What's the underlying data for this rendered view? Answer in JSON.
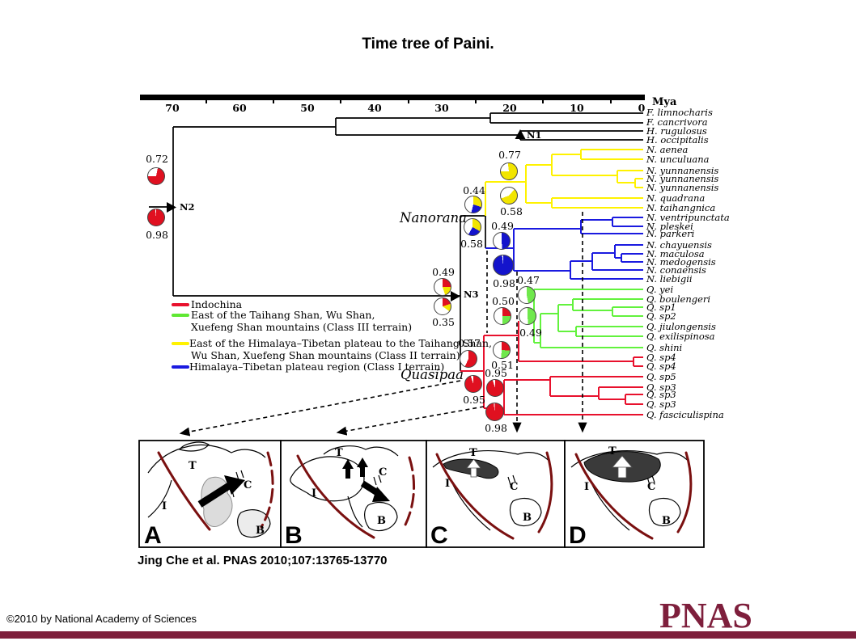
{
  "title": "Time tree of Paini.",
  "timescale": {
    "unit": "Mya",
    "ticks": [
      "70",
      "60",
      "50",
      "40",
      "30",
      "20",
      "10",
      "0"
    ]
  },
  "node_markers": {
    "n1": "N1",
    "n2": "N2",
    "n3": "N3"
  },
  "clade_labels": {
    "nanorana": "Nanorana",
    "quasipaa": "Quasipaa"
  },
  "legend": {
    "items": [
      {
        "color": "#E8112D",
        "line1": "Indochina",
        "line2": ""
      },
      {
        "color": "#5FE832",
        "line1": "East of the Taihang Shan, Wu Shan,",
        "line2": "Xuefeng Shan mountains (Class III terrain)"
      },
      {
        "color": "#FFF200",
        "line1": "East of the Himalaya–Tibetan plateau to the Taihang Shan,",
        "line2": "Wu Shan, Xuefeng Shan mountains (Class II terrain)"
      },
      {
        "color": "#1A1AE0",
        "line1": "Himalaya–Tibetan plateau region (Class I terrain)",
        "line2": ""
      }
    ]
  },
  "tree": {
    "clade_colors": {
      "outgroup": "#000000",
      "class2_yellow": "#FFF200",
      "class1_blue": "#1A1AE0",
      "class3_green": "#62F23D",
      "indochina_red": "#E8112D"
    },
    "tips": [
      {
        "label": "F. limnocharis",
        "group": "outgroup"
      },
      {
        "label": "F. cancrivora",
        "group": "outgroup"
      },
      {
        "label": "H. rugulosus",
        "group": "outgroup"
      },
      {
        "label": "H. occipitalis",
        "group": "outgroup"
      },
      {
        "label": "N. aenea",
        "group": "class2_yellow"
      },
      {
        "label": "N. unculuana",
        "group": "class2_yellow"
      },
      {
        "label": "N. yunnanensis",
        "group": "class2_yellow"
      },
      {
        "label": "N. yunnanensis",
        "group": "class2_yellow"
      },
      {
        "label": "N. yunnanensis",
        "group": "class2_yellow"
      },
      {
        "label": "N. quadrana",
        "group": "class2_yellow"
      },
      {
        "label": "N. taihangnica",
        "group": "class2_yellow"
      },
      {
        "label": "N. ventripunctata",
        "group": "class1_blue"
      },
      {
        "label": "N. pleskei",
        "group": "class1_blue"
      },
      {
        "label": "N. parkeri",
        "group": "class1_blue"
      },
      {
        "label": "N. chayuensis",
        "group": "class1_blue"
      },
      {
        "label": "N. maculosa",
        "group": "class1_blue"
      },
      {
        "label": "N. medogensis",
        "group": "class1_blue"
      },
      {
        "label": "N. conaensis",
        "group": "class1_blue"
      },
      {
        "label": "N. liebigii",
        "group": "class1_blue"
      },
      {
        "label": "Q. yei",
        "group": "class3_green"
      },
      {
        "label": "Q. boulengeri",
        "group": "class3_green"
      },
      {
        "label": "Q. sp1",
        "group": "class3_green"
      },
      {
        "label": "Q. sp2",
        "group": "class3_green"
      },
      {
        "label": "Q. jiulongensis",
        "group": "class3_green"
      },
      {
        "label": "Q. exilispinosa",
        "group": "class3_green"
      },
      {
        "label": "Q. shini",
        "group": "class3_green"
      },
      {
        "label": "Q. sp4",
        "group": "indochina_red"
      },
      {
        "label": "Q. sp4",
        "group": "indochina_red"
      },
      {
        "label": "Q. sp5",
        "group": "indochina_red"
      },
      {
        "label": "Q. sp3",
        "group": "indochina_red"
      },
      {
        "label": "Q. sp3",
        "group": "indochina_red"
      },
      {
        "label": "Q. sp3",
        "group": "indochina_red"
      },
      {
        "label": "Q. fasciculispina",
        "group": "indochina_red"
      }
    ],
    "pies": [
      {
        "value": "0.72",
        "segments": [
          [
            "#E01020",
            72
          ],
          [
            "#FFFFFF",
            28
          ]
        ]
      },
      {
        "value": "0.98",
        "segments": [
          [
            "#E01020",
            98
          ],
          [
            "#FFFFFF",
            2
          ]
        ]
      },
      {
        "value": "0.77",
        "segments": [
          [
            "#F2E500",
            77
          ],
          [
            "#FFFFFF",
            23
          ]
        ]
      },
      {
        "value": "0.44",
        "segments": [
          [
            "#F2E500",
            30
          ],
          [
            "#1414CC",
            24
          ],
          [
            "#FFFFFF",
            46
          ]
        ]
      },
      {
        "value": "0.58",
        "segments": [
          [
            "#F2E500",
            58
          ],
          [
            "#FFFFFF",
            42
          ]
        ]
      },
      {
        "value": "0.58",
        "segments": [
          [
            "#F2E500",
            33
          ],
          [
            "#1414CC",
            25
          ],
          [
            "#FFFFFF",
            42
          ]
        ]
      },
      {
        "value": "0.49",
        "segments": [
          [
            "#1414CC",
            49
          ],
          [
            "#FFFFFF",
            51
          ]
        ]
      },
      {
        "value": "0.98",
        "segments": [
          [
            "#1414CC",
            98
          ],
          [
            "#FFFFFF",
            2
          ]
        ]
      },
      {
        "value": "0.47",
        "segments": [
          [
            "#6FE84C",
            47
          ],
          [
            "#FFFFFF",
            53
          ]
        ]
      },
      {
        "value": "0.50",
        "segments": [
          [
            "#E01020",
            25
          ],
          [
            "#6FE84C",
            25
          ],
          [
            "#FFFFFF",
            50
          ]
        ]
      },
      {
        "value": "0.49",
        "segments": [
          [
            "#6FE84C",
            49
          ],
          [
            "#FFFFFF",
            51
          ]
        ]
      },
      {
        "value": "0.49",
        "segments": [
          [
            "#E01020",
            25
          ],
          [
            "#F2E500",
            20
          ],
          [
            "#FFFFFF",
            55
          ]
        ]
      },
      {
        "value": "0.35",
        "segments": [
          [
            "#E01020",
            20
          ],
          [
            "#F2E500",
            15
          ],
          [
            "#FFFFFF",
            65
          ]
        ]
      },
      {
        "value": "0.57",
        "segments": [
          [
            "#E01020",
            57
          ],
          [
            "#FFFFFF",
            43
          ]
        ]
      },
      {
        "value": "0.51",
        "segments": [
          [
            "#E01020",
            26
          ],
          [
            "#6FE84C",
            25
          ],
          [
            "#FFFFFF",
            49
          ]
        ]
      },
      {
        "value": "0.95",
        "segments": [
          [
            "#E01020",
            95
          ],
          [
            "#FFFFFF",
            5
          ]
        ]
      },
      {
        "value": "0.95",
        "segments": [
          [
            "#E01020",
            95
          ],
          [
            "#FFFFFF",
            5
          ]
        ]
      },
      {
        "value": "0.98",
        "segments": [
          [
            "#E01020",
            98
          ],
          [
            "#FFFFFF",
            2
          ]
        ]
      }
    ]
  },
  "maps": {
    "panels": [
      {
        "letter": "A",
        "regions": [
          "T",
          "C",
          "I",
          "B"
        ]
      },
      {
        "letter": "B",
        "regions": [
          "T",
          "C",
          "I",
          "B"
        ]
      },
      {
        "letter": "C",
        "regions": [
          "T",
          "C",
          "I",
          "B"
        ]
      },
      {
        "letter": "D",
        "regions": [
          "T",
          "C",
          "I",
          "B"
        ]
      }
    ],
    "suture_color": "#7A1010"
  },
  "citation": "Jing Che et al. PNAS 2010;107:13765-13770",
  "footer": {
    "copyright": "©2010 by National Academy of Sciences",
    "logo": "PNAS",
    "brand_color": "#7E1F3C"
  }
}
